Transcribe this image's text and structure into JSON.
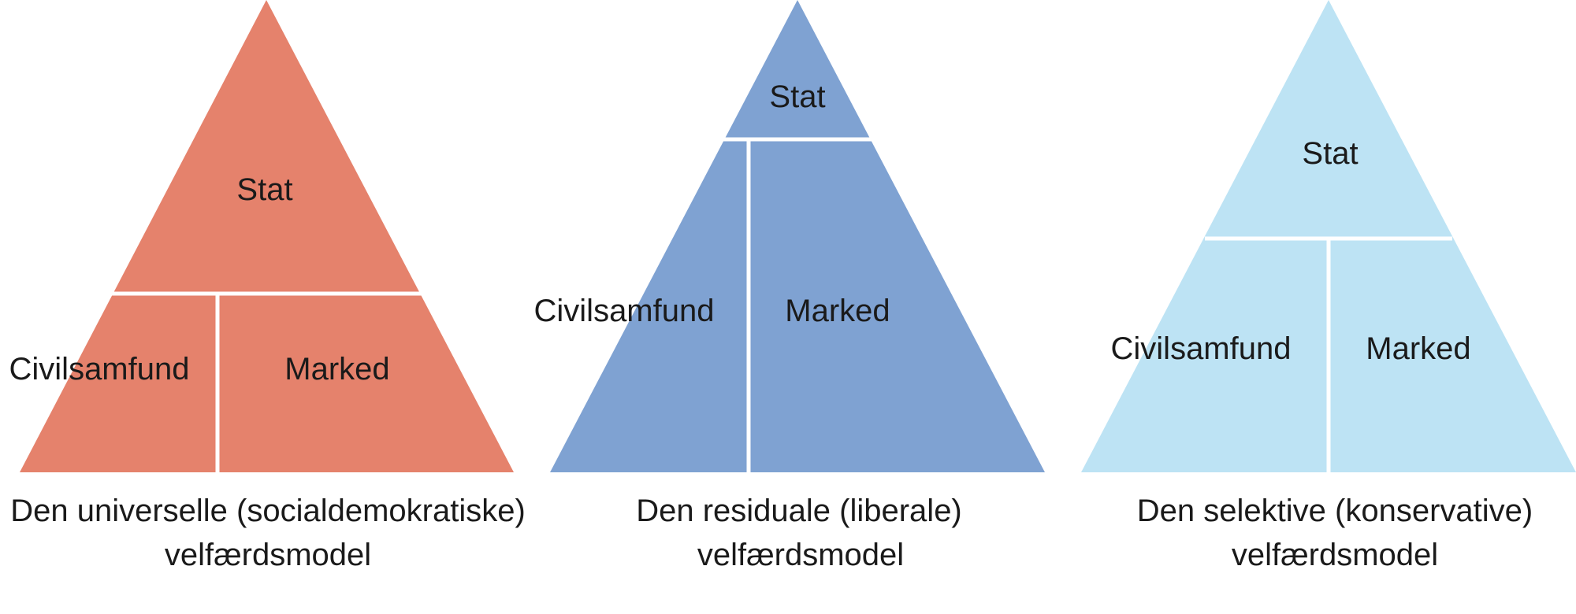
{
  "models": [
    {
      "section_labels": {
        "top": "Stat",
        "bottom_left": "Civilsamfund",
        "bottom_right": "Marked"
      },
      "caption_line1": "Den universelle (socialdemokratiske)",
      "caption_line2": "velfærdsmodel",
      "color": "#e5826c"
    },
    {
      "section_labels": {
        "top": "Stat",
        "bottom_left": "Civilsamfund",
        "bottom_right": "Marked"
      },
      "caption_line1": "Den residuale (liberale)",
      "caption_line2": "velfærdsmodel",
      "color": "#7fa2d2"
    },
    {
      "section_labels": {
        "top": "Stat",
        "bottom_left": "Civilsamfund",
        "bottom_right": "Marked"
      },
      "caption_line1": "Den selektive (konservative)",
      "caption_line2": "velfærdsmodel",
      "color": "#bde3f4"
    }
  ]
}
